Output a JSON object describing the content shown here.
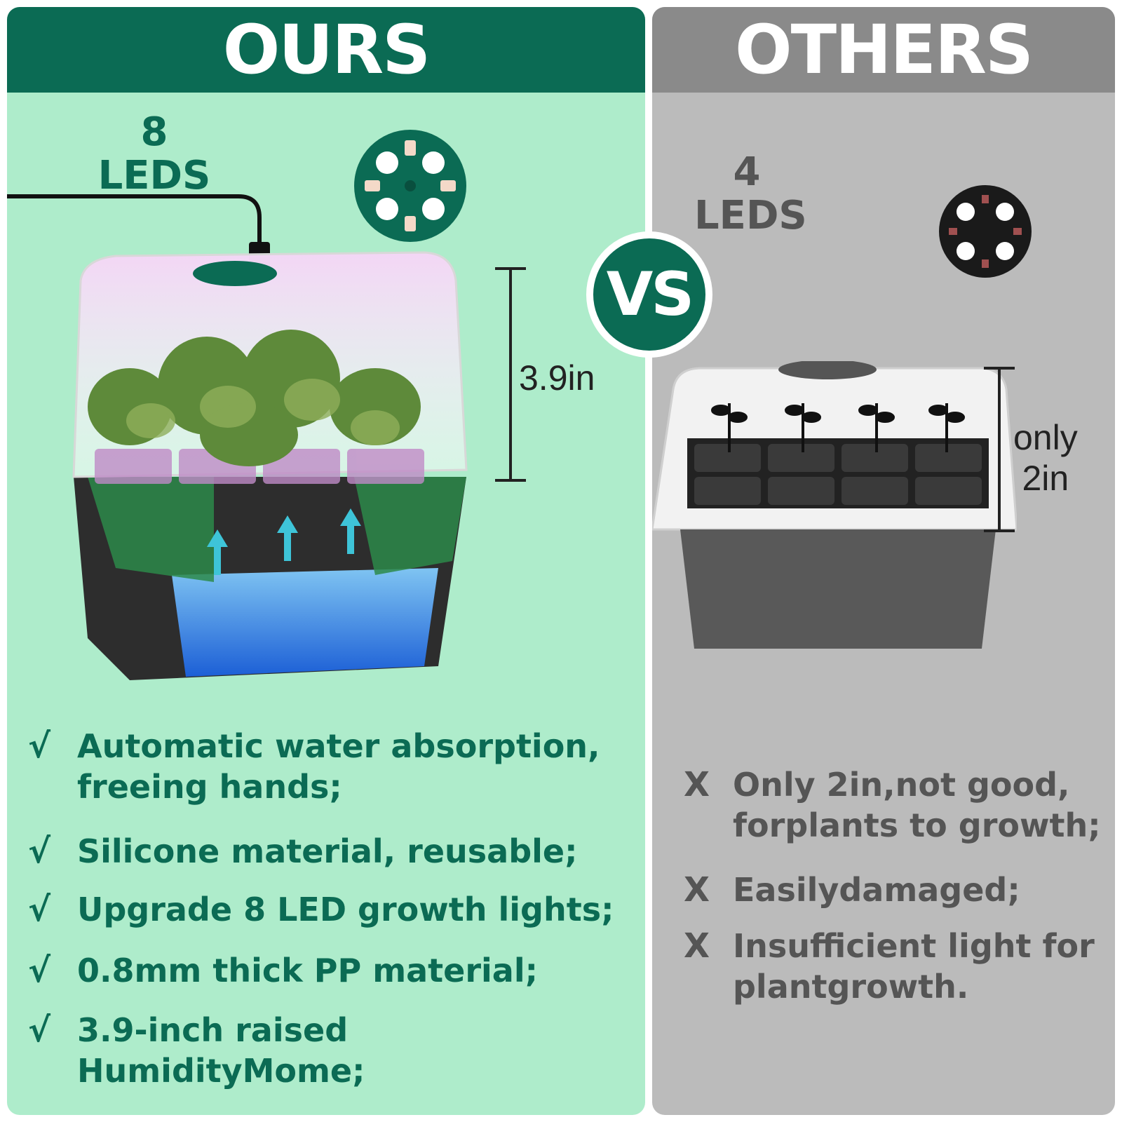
{
  "ours": {
    "title": "OURS",
    "led_count": "8",
    "led_label": "LEDS",
    "height_label": "3.9in",
    "features": [
      {
        "mark": "√",
        "text": "Automatic water absorption, freeing hands;"
      },
      {
        "mark": "√",
        "text": "Silicone material, reusable;"
      },
      {
        "mark": "√",
        "text": "Upgrade 8 LED growth lights;"
      },
      {
        "mark": "√",
        "text": "0.8mm thick PP material;"
      },
      {
        "mark": "√",
        "text": "3.9-inch raised HumidityMome;"
      }
    ]
  },
  "vs_label": "VS",
  "others": {
    "title": "OTHERS",
    "led_count": "4",
    "led_label": "LEDS",
    "height_label_1": "only",
    "height_label_2": "2in",
    "features": [
      {
        "mark": "X",
        "text": "Only 2in,not good, forplants to growth;"
      },
      {
        "mark": "X",
        "text": "Easilydamaged;"
      },
      {
        "mark": "X",
        "text": "Insufficient light for plantgrowth."
      }
    ]
  },
  "colors": {
    "brand_green": "#0b6b54",
    "ours_bg": "#aeeccb",
    "others_bg": "#bbbbbb",
    "others_banner": "#8a8a8a"
  }
}
